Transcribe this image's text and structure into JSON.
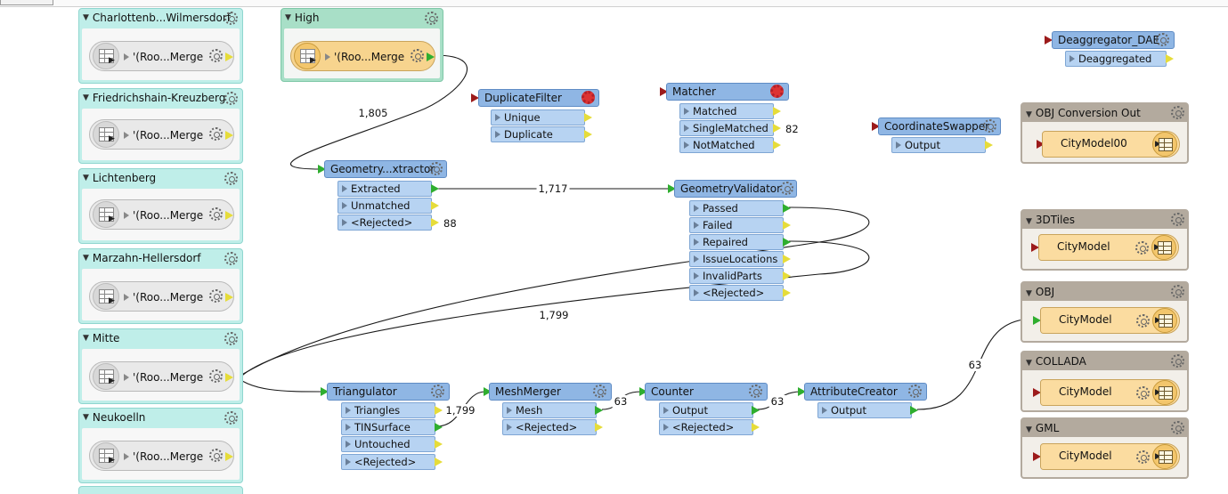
{
  "top_tab": {
    "label": ""
  },
  "bookmarks": [
    {
      "title": "Charlottenb...Wilmersdorf",
      "reader_label": "'(Roo...Merge"
    },
    {
      "title": "Friedrichshain-Kreuzberg",
      "reader_label": "'(Roo...Merge"
    },
    {
      "title": "Lichtenberg",
      "reader_label": "'(Roo...Merge"
    },
    {
      "title": "Marzahn-Hellersdorf",
      "reader_label": "'(Roo...Merge"
    },
    {
      "title": "Mitte",
      "reader_label": "'(Roo...Merge"
    },
    {
      "title": "Neukoelln",
      "reader_label": "'(Roo...Merge"
    },
    {
      "title": "High",
      "reader_label": "'(Roo...Merge"
    }
  ],
  "transformers": {
    "duplicate_filter": {
      "name": "DuplicateFilter",
      "ports": [
        "Unique",
        "Duplicate"
      ]
    },
    "matcher": {
      "name": "Matcher",
      "ports": [
        "Matched",
        "SingleMatched",
        "NotMatched"
      ],
      "single_matched_count": "82"
    },
    "coordinate_swapper": {
      "name": "CoordinateSwapper",
      "ports": [
        "Output"
      ]
    },
    "deaggregator": {
      "name": "Deaggregator_DAE",
      "ports": [
        "Deaggregated"
      ]
    },
    "geometry_extractor": {
      "name": "Geometry...xtractor",
      "ports": [
        "Extracted",
        "Unmatched",
        "<Rejected>"
      ],
      "rejected_count": "88"
    },
    "geometry_validator": {
      "name": "GeometryValidator",
      "ports": [
        "Passed",
        "Failed",
        "Repaired",
        "IssueLocations",
        "InvalidParts",
        "<Rejected>"
      ]
    },
    "triangulator": {
      "name": "Triangulator",
      "ports": [
        "Triangles",
        "TINSurface",
        "Untouched",
        "<Rejected>"
      ]
    },
    "mesh_merger": {
      "name": "MeshMerger",
      "ports": [
        "Mesh",
        "<Rejected>"
      ]
    },
    "counter": {
      "name": "Counter",
      "ports": [
        "Output",
        "<Rejected>"
      ]
    },
    "attribute_creator": {
      "name": "AttributeCreator",
      "ports": [
        "Output"
      ]
    }
  },
  "writers": [
    {
      "group": "OBJ Conversion Out",
      "feature_type": "CityModel00"
    },
    {
      "group": "3DTiles",
      "feature_type": "CityModel"
    },
    {
      "group": "OBJ",
      "feature_type": "CityModel"
    },
    {
      "group": "COLLADA",
      "feature_type": "CityModel"
    },
    {
      "group": "GML",
      "feature_type": "CityModel"
    }
  ],
  "connection_counts": {
    "high_to_extractor": "1,805",
    "extracted_to_validator": "1,717",
    "validator_to_triangulator": "1,799",
    "triangles_to_meshmerger": "1,799",
    "mesh_to_counter": "63",
    "counter_to_attributecreator": "63",
    "attributecreator_to_obj": "63"
  },
  "colors": {
    "bookmark": "#bfeee9",
    "high_bookmark": "#a8dfc7",
    "transformer": "#8fb6e4",
    "port": "#b7d3f2",
    "writer": "#fbdca0",
    "writer_group": "#b3aa9e",
    "port_output_connected": "#2fae2f",
    "port_output_unconnected": "#e6dc3a",
    "port_input_unconnected": "#9c1b1b"
  }
}
